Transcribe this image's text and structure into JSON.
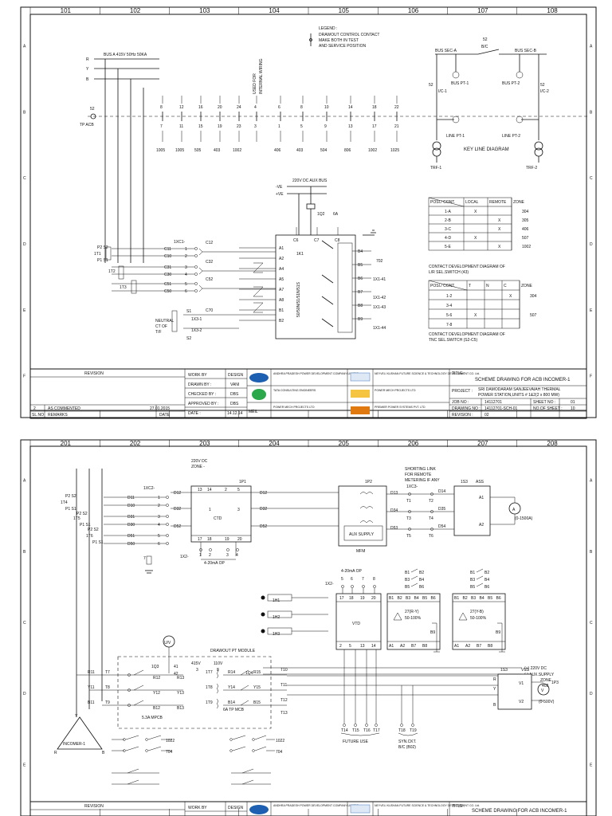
{
  "sheet1": {
    "zones_x": [
      "101",
      "102",
      "103",
      "104",
      "105",
      "106",
      "107",
      "108"
    ],
    "zones_y": [
      "A",
      "B",
      "C",
      "D",
      "E",
      "F"
    ],
    "legend": {
      "title": "LEGEND :",
      "lines": [
        "DRAWOUT CONTROL CONTACT",
        "MAKE BOTH IN TEST",
        "AND SERVICE POSITION"
      ]
    },
    "bus_label": "BUS A 415V 50Hz 50KA",
    "phase_labels": [
      "R",
      "Y",
      "B"
    ],
    "breaker_label": "52",
    "breaker_sub": "TP ACB",
    "internal_wiring": [
      "USED FOR",
      "INTERNAL WIRING"
    ],
    "contact_top": [
      "8",
      "12",
      "16",
      "20",
      "24",
      "4",
      "6",
      "8",
      "10",
      "14",
      "18",
      "22"
    ],
    "contact_bottom": [
      "7",
      "11",
      "15",
      "19",
      "23",
      "3",
      "1",
      "5",
      "9",
      "13",
      "17",
      "21"
    ],
    "contact_refs": [
      "1005",
      "1005",
      "505",
      "403",
      "1002",
      "406",
      "403",
      "504",
      "806",
      "1002",
      "1025"
    ],
    "dc_bus": {
      "title": "220V DC AUX BUS",
      "neg": "-VE",
      "pos": "+VE",
      "fuse": "1Q2",
      "rating": "6A"
    },
    "relay": {
      "name": "1K1",
      "model": "50/50N/51/51N/51S",
      "top_terms": [
        "C6",
        "C7",
        "C8"
      ],
      "left_terms": [
        "A1",
        "A2",
        "A4",
        "A5",
        "A7",
        "A8",
        "B1",
        "B2"
      ],
      "right_terms": [
        "B4",
        "B5",
        "B6",
        "B7",
        "B8",
        "B9"
      ],
      "outputs": [
        "702",
        "1X1-41",
        "1X1-42",
        "1X1-43",
        "1X1-44"
      ]
    },
    "ct_labels": {
      "p2s2": "P2 S2",
      "t1": "1T1",
      "p1s1": "P1 S1",
      "t2": "1T2",
      "t3": "1T3",
      "ct_tag": "1XC1-",
      "c_left": [
        "C11",
        "C10",
        "C31",
        "C30",
        "C51",
        "C50"
      ],
      "c_right": [
        "C12",
        "C32",
        "C52",
        "C70"
      ],
      "terms": [
        "1",
        "2",
        "3",
        "4",
        "5",
        "6"
      ],
      "neutral": [
        "NEUTRAL",
        "CT OF",
        "T/F"
      ],
      "s_labels": [
        "S1",
        "S2",
        "1X3-1",
        "1X3-2"
      ]
    },
    "key_line": {
      "title": "KEY LINE DIAGRAM",
      "bus_a": "BUS SEC-A",
      "bus_b": "BUS SEC-B",
      "bus_coupler": [
        "52",
        "B/C"
      ],
      "bus_pt1": "BUS PT-1",
      "bus_pt2": "BUS PT-2",
      "ic1": [
        "52",
        "I/C-1"
      ],
      "ic2": [
        "52",
        "I/C-2"
      ],
      "line_pt1": "LINE PT-1",
      "line_pt2": "LINE PT-2",
      "trf1": "TRF-1",
      "trf2": "TRF-2"
    },
    "table_lr": {
      "head": [
        "POSI./ CONT.",
        "LOCAL",
        "REMOTE",
        "ZONE"
      ],
      "rows": [
        [
          "1-A",
          "X",
          "",
          "304"
        ],
        [
          "2-B",
          "",
          "X",
          "305"
        ],
        [
          "3-C",
          "",
          "X",
          "406"
        ],
        [
          "4-D",
          "X",
          "",
          "507"
        ],
        [
          "5-E",
          "",
          "X",
          "1002"
        ]
      ],
      "caption": [
        "CONTACT DEVELOPMENT DIAGRAM OF",
        "L/R SEL.SWITCH (43)"
      ]
    },
    "table_tnc": {
      "head": [
        "POSI./ CONT.",
        "T",
        "N",
        "C",
        "ZONE"
      ],
      "rows": [
        [
          "1-2",
          "",
          "",
          "X",
          "304"
        ],
        [
          "3-4",
          "",
          "",
          "",
          ""
        ],
        [
          "5-6",
          "X",
          "",
          "",
          "507"
        ],
        [
          "7-8",
          "",
          "",
          "",
          ""
        ]
      ],
      "caption": [
        "CONTACT DEVELOPMENT DIAGRAM OF",
        "TNC SEL.SWITCH (S2-C5)"
      ]
    },
    "title_block": {
      "revision_head": "REVISION",
      "rev_row": [
        "2",
        "AS COMMENTED",
        "27.01.2015"
      ],
      "rev_cols": [
        "SL.NO",
        "REMARKS",
        "DATE"
      ],
      "work_by": "WORK BY",
      "drawn_by": "DRAWN BY :",
      "checked_by": "CHECKED BY :",
      "approved_by": "APPROVED BY :",
      "date": "DATE :",
      "design": "DESIGN",
      "vani": "VANI",
      "dbs1": "DBS",
      "dbs2": "DBS",
      "date_val": "14.12.14",
      "owner": "ANDHRA PRADESH POWER DEVELOPMENT COMPANY LIMITED",
      "consultant1": "NEYVELI KUSHAN FUTURE SCIENCE & TECHNOLOGY DEVELOPMENT CO. Ltd.",
      "consultant2": "TATA CONSULTING ENGINEERS",
      "contractor": "POWER MECH PROJECTS LTD",
      "panel": "PREMIER POWER SYSTEMS PVT. LTD",
      "title_label": "TITLE :",
      "title_val": "SCHEME DRAWING FOR ACB INCOMER-1",
      "project_label": "PROJECT :",
      "project_val": [
        "SRI DAMODARAM SANJEEVAIAH THERMAL",
        "POWER STATION,UNITS # 1&2(2 x 800 MW)"
      ],
      "job_label": "JOB NO :",
      "job_val": "14112701",
      "dwg_label": "DRAWING NO :",
      "dwg_val": "14112701-SCH-01",
      "rev_label": "REVISION :",
      "rev_val": "02",
      "sheet_label": "SHEET NO :",
      "sheet_val": "01",
      "nsheets_label": "NO.OF SHEET :",
      "nsheets_val": "10",
      "logo_bottom": "MEIL"
    }
  },
  "sheet2": {
    "zones_x": [
      "201",
      "202",
      "203",
      "204",
      "205",
      "206",
      "207",
      "208"
    ],
    "zones_y": [
      "A",
      "B",
      "C",
      "D",
      "E"
    ],
    "dc_zone": [
      "220V DC",
      "ZONE -"
    ],
    "transducer": {
      "name": "1P1",
      "core": "CTD",
      "top": [
        "13",
        "14",
        "2",
        "5"
      ],
      "bottom": [
        "17",
        "18",
        "19",
        "20"
      ],
      "mid": [
        "1",
        "3"
      ],
      "op": "4-20mA OP"
    },
    "ct_tag": "1XC2-",
    "d_left": [
      "D11",
      "D10",
      "D31",
      "D30",
      "D51",
      "D50"
    ],
    "d_mid": [
      "D12",
      "D32",
      "D52",
      "D12",
      "D32",
      "D52"
    ],
    "ct_labels": [
      "P2 S2",
      "1T4",
      "P1 S1",
      "P2 S2",
      "1T5",
      "P1 S1",
      "P2 S2",
      "1T6",
      "P1 S1"
    ],
    "earth": "7",
    "x2": "1X2-",
    "mfm": {
      "name": "1P2",
      "sub": "MFM",
      "aux": "AUX SUPPLY",
      "outs": [
        "D13",
        "D34",
        "D53"
      ]
    },
    "shorting": [
      "SHORTING LINK",
      "FOR REMOTE",
      "METERING IF ANY"
    ],
    "shorting_tag": "1XC3-",
    "t_terms": [
      "T1",
      "T2",
      "T3",
      "T4",
      "T5",
      "T6"
    ],
    "d_outs": [
      "D14",
      "D35",
      "D54"
    ],
    "ass": {
      "name": "1S3",
      "type": "ASS",
      "terms": [
        "A1",
        "A2"
      ],
      "meter": "A",
      "range": "(0-1500A)"
    },
    "lamps": [
      "1H1",
      "1H2",
      "1H3"
    ],
    "vtd": {
      "name": "VTD",
      "op": "4-20mA OP",
      "tag": "1X2-",
      "top": [
        "17",
        "18",
        "19",
        "20"
      ],
      "bottom": [
        "2",
        "5",
        "13",
        "14"
      ],
      "terms": [
        "5",
        "6",
        "7",
        "8"
      ]
    },
    "relay_rx": {
      "label": "27(R-Y)",
      "range": "50-100%",
      "terms": [
        "B1",
        "B2",
        "B3",
        "B4",
        "B5",
        "B6"
      ],
      "bottom": [
        "A1",
        "A2",
        "B7",
        "B8"
      ],
      "side": "B9"
    },
    "relay_yb": {
      "label": "27(Y-B)",
      "range": "50-100%",
      "terms": [
        "B1",
        "B2",
        "B3",
        "B4",
        "B5",
        "B6"
      ],
      "bottom": [
        "A1",
        "A2",
        "B7",
        "B8"
      ],
      "side": "B9"
    },
    "relay_tags": [
      "B1",
      "B2",
      "B3",
      "B4",
      "B5",
      "B6"
    ],
    "aux_supply": [
      "(+) 220V DC",
      "(-) AUX.SUPPLY",
      "ZONE",
      "402"
    ],
    "pt_module": {
      "title": "DRAWOUT PT MODULE",
      "left": [
        "R11",
        "Y11",
        "B11"
      ],
      "t_left": [
        "T7",
        "T8",
        "T9"
      ],
      "fuse": [
        "1Q3",
        "41",
        "42"
      ],
      "r": [
        "R12",
        "R13"
      ],
      "y": [
        "Y12",
        "Y13"
      ],
      "b": [
        "B12",
        "B13"
      ],
      "v1": "415V",
      "v2": "110V",
      "ratio": [
        "3",
        "3"
      ],
      "pt": [
        "1T7",
        "1T8",
        "1T9"
      ],
      "right": [
        "R14",
        "Y14",
        "B14"
      ],
      "right2": [
        "R15",
        "Y15",
        "B15"
      ],
      "t_right": [
        "T10",
        "T11",
        "T12",
        "T13"
      ],
      "mpcb": "5.3A MPCB",
      "mcb": "6A TP MCB",
      "q4": "1Q4",
      "uv": "U/V"
    },
    "incomer": "INCOMER-1",
    "bottom_refs": [
      "1022",
      "704",
      "1022",
      "704"
    ],
    "future": {
      "label": "FUTURE USE",
      "terms": [
        "T14",
        "T15",
        "T16",
        "T17"
      ]
    },
    "sync": {
      "label": [
        "SYN.CKT.",
        "B/C (B02)"
      ],
      "terms": [
        "T18",
        "T19"
      ]
    },
    "vss": {
      "name": "1S3",
      "type": "VSS",
      "terms": [
        "V1",
        "V2"
      ],
      "meter": "V",
      "range": "(0-500V)",
      "tag": "1P3",
      "phases": [
        "R",
        "Y",
        "B"
      ]
    },
    "title_block": {
      "revision_head": "REVISION",
      "work_by": "WORK BY",
      "design": "DESIGN",
      "owner": "ANDHRA PRADESH POWER DEVELOPMENT COMPANY LIMITED",
      "consultant1": "NEYVELI KUSHAN FUTURE SCIENCE & TECHNOLOGY DEVELOPMENT CO. Ltd.",
      "title_label": "TITLE :",
      "title_val": "SCHEME DRAWING FOR ACB INCOMER-1"
    }
  },
  "colors": {
    "ink": "#111111",
    "paper": "#ffffff",
    "owner_logo": "#1d5fb0",
    "contractor_logo": "#e07a10",
    "consultant_logo": "#2aa84a"
  }
}
